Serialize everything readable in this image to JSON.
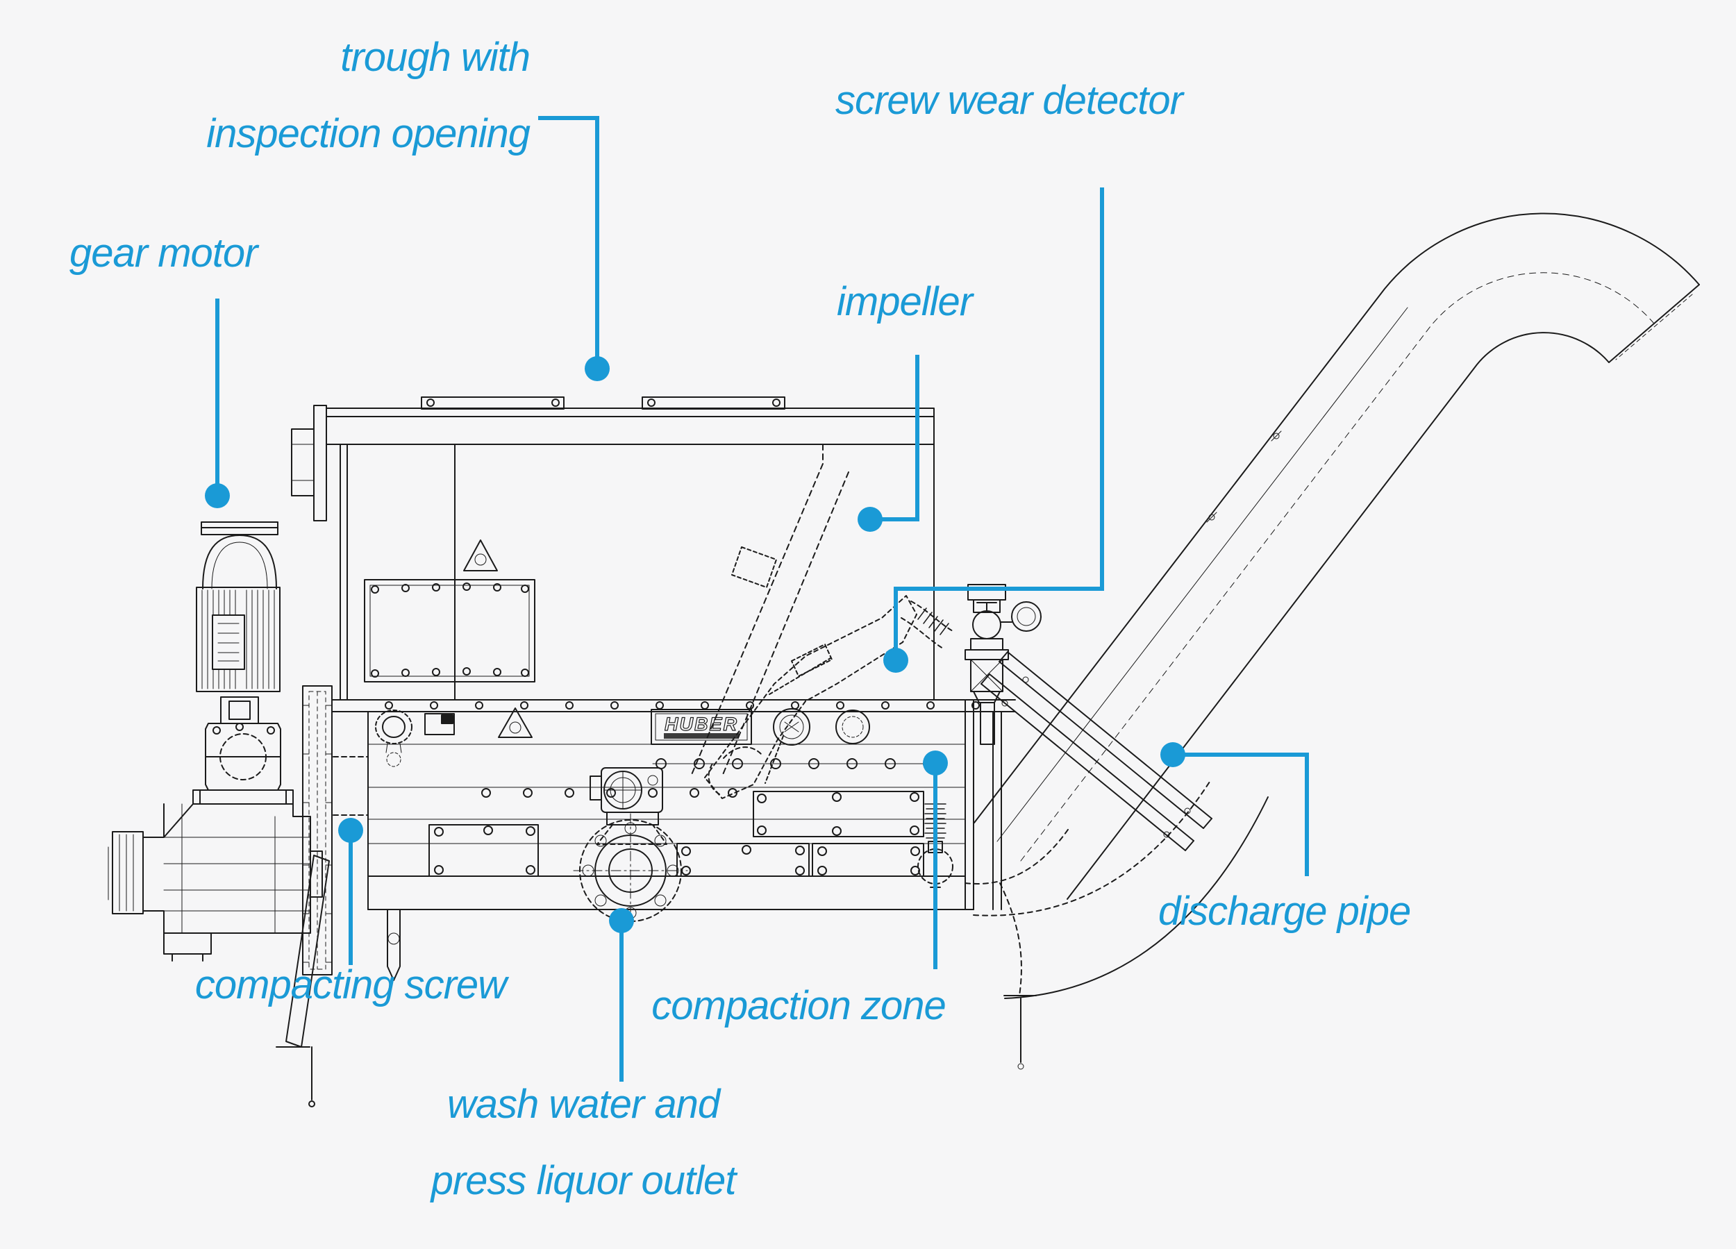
{
  "colors": {
    "accent": "#1a9ad6",
    "line": "#1b1b1b",
    "background": "#f6f6f7"
  },
  "labels": {
    "trough": {
      "line1": "trough with",
      "line2": "inspection opening"
    },
    "gear_motor": {
      "text": "gear motor"
    },
    "screw_wear_detector": {
      "text": "screw wear detector"
    },
    "impeller": {
      "text": "impeller"
    },
    "discharge_pipe": {
      "text": "discharge pipe"
    },
    "compacting_screw": {
      "text": "compacting screw"
    },
    "compaction_zone": {
      "text": "compaction zone"
    },
    "wash_water": {
      "line1": "wash water and",
      "line2": "press liquor outlet"
    }
  },
  "machine": {
    "brand_plate": "HUBER"
  }
}
